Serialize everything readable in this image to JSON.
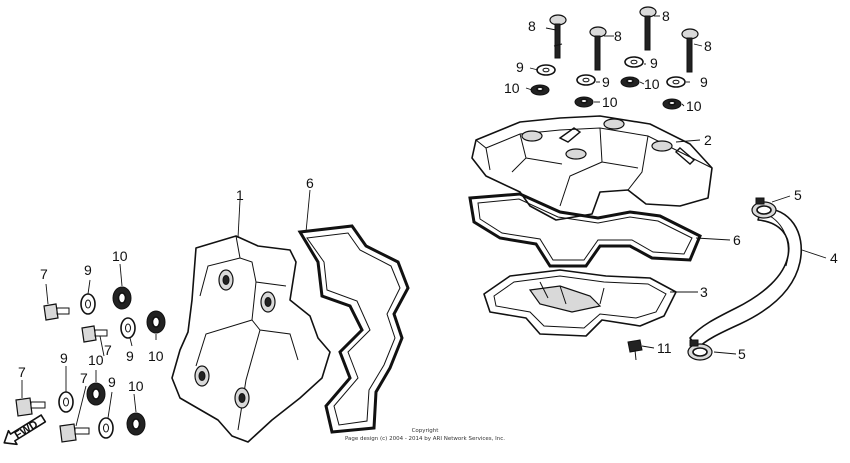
{
  "callouts": {
    "c1": "1",
    "c2": "2",
    "c3": "3",
    "c4": "4",
    "c5a": "5",
    "c5b": "5",
    "c6a": "6",
    "c6b": "6",
    "c7a": "7",
    "c7b": "7",
    "c7c": "7",
    "c7d": "7",
    "c8a": "8",
    "c8b": "8",
    "c8c": "8",
    "c8d": "8",
    "c9a": "9",
    "c9b": "9",
    "c9c": "9",
    "c9d": "9",
    "c9e": "9",
    "c9f": "9",
    "c9g": "9",
    "c9h": "9",
    "c10a": "10",
    "c10b": "10",
    "c10c": "10",
    "c10d": "10",
    "c10e": "10",
    "c10f": "10",
    "c10g": "10",
    "c10h": "10",
    "c11": "11"
  },
  "fwd_label": "FWD",
  "copyright": {
    "line1": "Copyright",
    "line2": "Page design (c) 2004 - 2014 by ARI Network Services, Inc."
  }
}
